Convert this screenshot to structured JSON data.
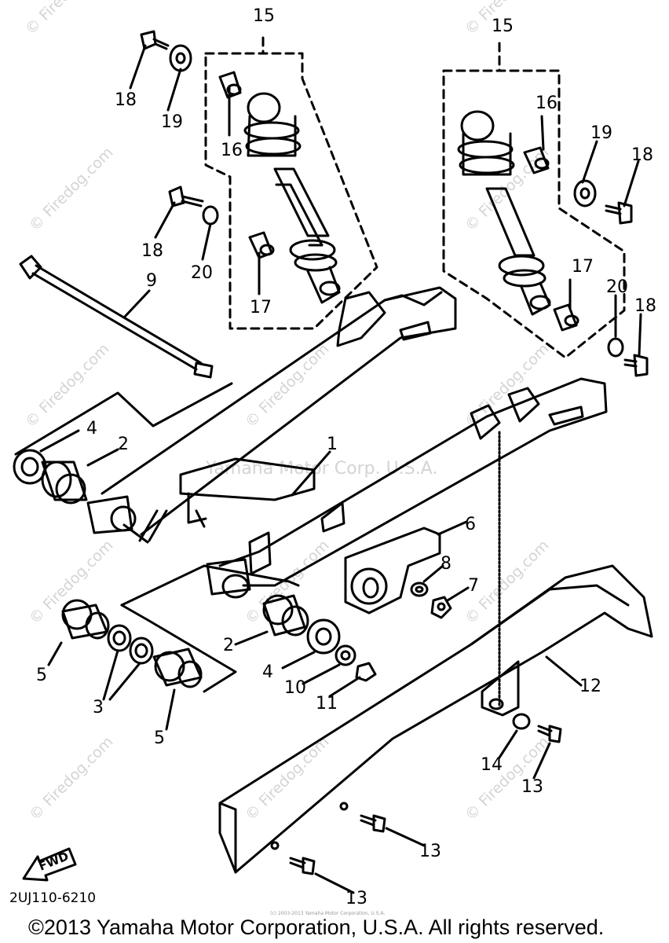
{
  "diagram": {
    "part_labels": [
      "15",
      "15",
      "18",
      "19",
      "16",
      "16",
      "19",
      "18",
      "18",
      "20",
      "9",
      "17",
      "17",
      "20",
      "18",
      "4",
      "2",
      "1",
      "6",
      "8",
      "7",
      "5",
      "3",
      "2",
      "4",
      "10",
      "11",
      "12",
      "5",
      "14",
      "13",
      "13",
      "13"
    ],
    "watermarks": [
      "© Firedog.com",
      "Yamaha Motor Corp. U.S.A."
    ],
    "drawing_code": "2UJ110-6210",
    "fwd_label": "FWD",
    "small_print": "(c) 2003-2013 Yamaha Motor Corporation, U.S.A.",
    "copyright": "©2013 Yamaha Motor Corporation, U.S.A. All rights reserved."
  }
}
